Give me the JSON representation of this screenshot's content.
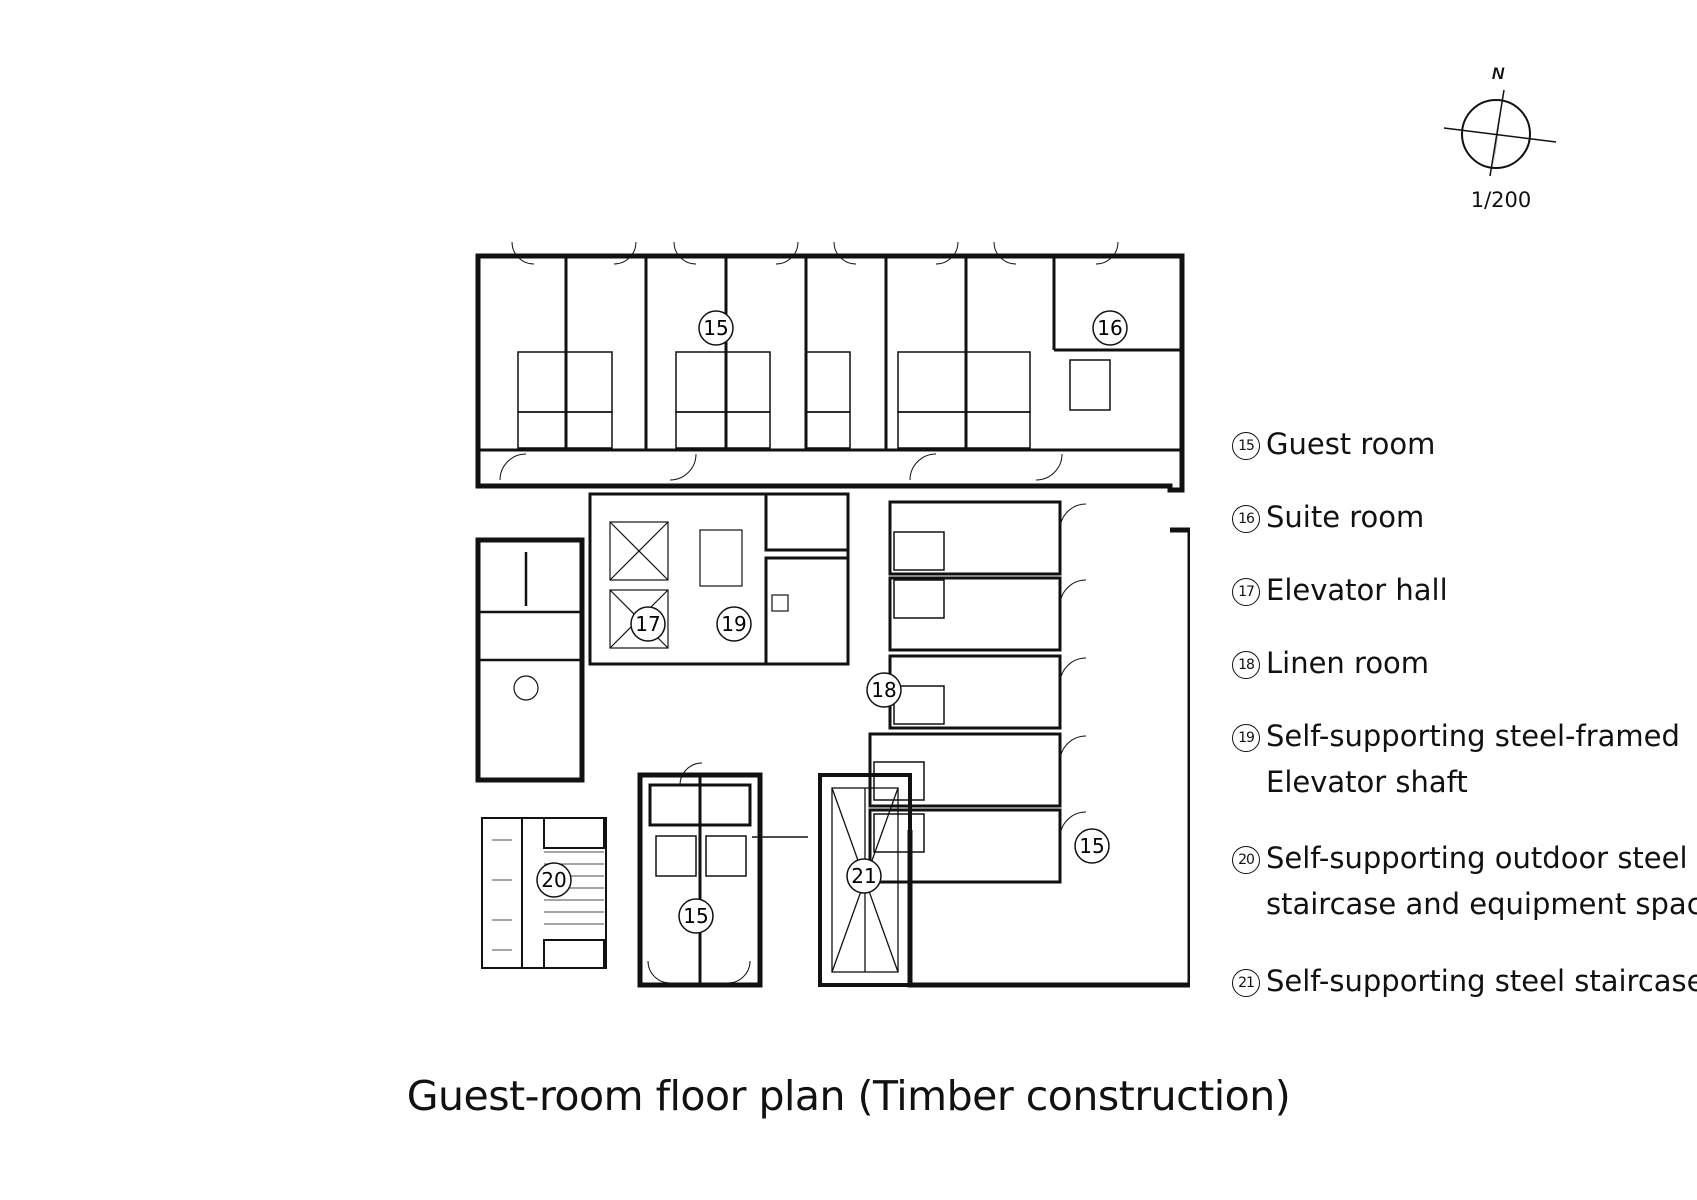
{
  "north": "N",
  "scale": "1/200",
  "title": "Guest-room floor plan (Timber construction)",
  "legend": [
    {
      "num": "15",
      "label": "Guest room"
    },
    {
      "num": "16",
      "label": "Suite room"
    },
    {
      "num": "17",
      "label": "Elevator hall"
    },
    {
      "num": "18",
      "label": "Linen room"
    },
    {
      "num": "19",
      "label": "Self-supporting steel-framed",
      "label2": "Elevator shaft"
    },
    {
      "num": "20",
      "label": "Self-supporting outdoor steel",
      "label2": "staircase and equipment space"
    },
    {
      "num": "21",
      "label": "Self-supporting steel staircase"
    }
  ],
  "plan_labels": {
    "guest_top": "15",
    "suite": "16",
    "elevator_hall": "17",
    "elevator_shaft": "19",
    "linen": "18",
    "guest_right": "15",
    "outdoor_stair": "20",
    "steel_stair": "21",
    "guest_bottom": "15"
  }
}
